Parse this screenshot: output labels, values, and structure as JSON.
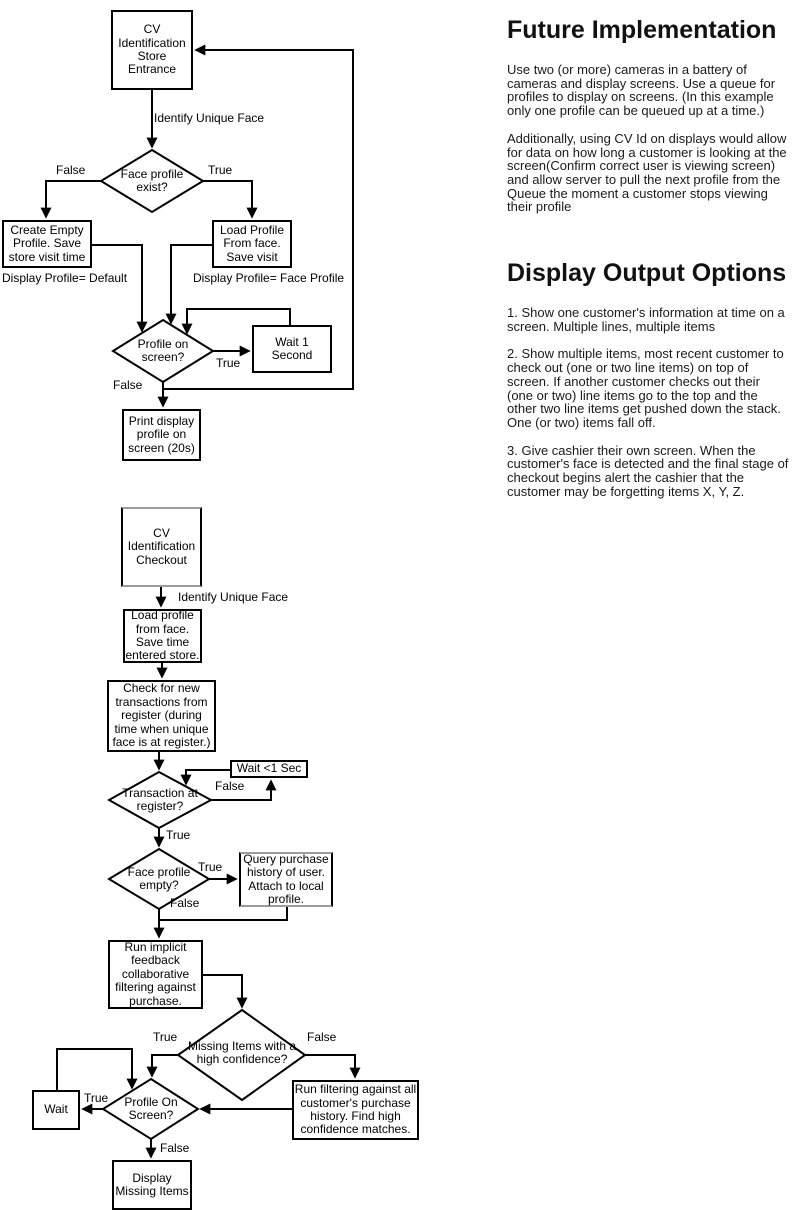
{
  "flow1": {
    "node_entrance": "CV\nIdentification\nStore\nEntrance",
    "label_identify_face": "Identify Unique Face",
    "diamond_face_profile_exist": "Face profile\nexist?",
    "label_false_exist": "False",
    "label_true_exist": "True",
    "node_create_empty": "Create Empty\nProfile. Save\nstore visit time",
    "label_display_default": "Display Profile= Default",
    "node_load_profile": "Load Profile\nFrom face.\nSave visit",
    "label_display_face_profile": "Display Profile= Face Profile",
    "diamond_profile_on_screen": "Profile on\nscreen?",
    "label_true_screen": "True",
    "node_wait_1_second": "Wait 1\nSecond",
    "label_false_screen": "False",
    "node_print_display": "Print display\nprofile on\nscreen (20s)"
  },
  "flow2": {
    "node_checkout": "CV\nIdentification\nCheckout",
    "label_identify_face": "Identify Unique Face",
    "node_load_profile": "Load profile\nfrom face.\nSave time\nentered store.",
    "node_check_transactions": "Check for new\ntransactions from\nregister (during\ntime when unique\nface is at register.)",
    "node_wait_lt1_sec": "Wait <1 Sec",
    "diamond_transaction_at_register": "Transaction at\nregister?",
    "label_false_transaction": "False",
    "label_true_transaction": "True",
    "diamond_face_profile_empty": "Face profile\nempty?",
    "label_true_empty": "True",
    "node_query_purchase": "Query purchase\nhistory of user.\nAttach to local\nprofile.",
    "label_false_empty": "False",
    "node_run_implicit": "Run implicit\nfeedback\ncollaborative\nfiltering against\npurchase.",
    "diamond_missing_items": "Missing Items with a\nhigh confidence?",
    "label_true_missing": "True",
    "label_false_missing": "False",
    "node_run_filtering": "Run filtering against all\ncustomer's purchase\nhistory. Find high\nconfidence matches.",
    "diamond_profile_on_screen": "Profile On\nScreen?",
    "label_true_profile": "True",
    "node_wait": "Wait",
    "label_false_profile": "False",
    "node_display_missing": "Display\nMissing Items"
  },
  "sidebar": {
    "heading_future": "Future Implementation",
    "para_future_1": "Use two (or more) cameras in a battery of cameras and display screens. Use a queue for profiles to display on screens. (In this example only one profile can be queued up at a time.)",
    "para_future_2": "Additionally, using CV Id on displays would allow for data on how long a customer is looking at the screen(Confirm correct user is viewing screen) and allow server to pull the next profile from the Queue the moment a customer stops viewing their profile",
    "heading_display": "Display Output Options",
    "option_1": "1. Show one customer's information at time on a screen. Multiple lines, multiple items",
    "option_2": "2. Show multiple items, most recent customer to check out (one or two line items) on top of screen. If another customer checks out their (one or two) line items go to the top and the other two line items get pushed down the stack. One (or two) items fall off.",
    "option_3": "3. Give cashier their own screen. When the customer's face is detected and the final stage of checkout begins alert the cashier that the customer may be forgetting items X, Y, Z."
  },
  "colors": {
    "line": "#000000",
    "background": "#ffffff",
    "grey_border": "#9c9c9c"
  }
}
